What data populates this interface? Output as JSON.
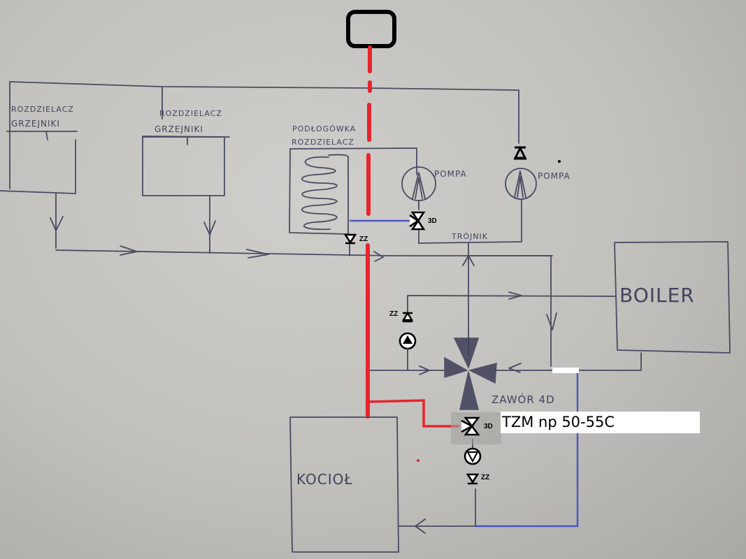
{
  "diagram": {
    "title": "Heating system schematic with boiler, 4-way mixing valve and distributors",
    "colors": {
      "paper": "#c1c0bc",
      "pen": "#4a4a62",
      "hot_pipe": "#e8242c",
      "cold_pipe": "#4a55c4",
      "symbol": "#000000"
    },
    "components": {
      "chimney": {
        "name": "chimney-flue"
      },
      "distributor_1": {
        "label_line1": "ROZDZIELACZ",
        "label_line2": "GRZEJNIKI"
      },
      "distributor_2": {
        "label_line1": "ROZDZIELACZ",
        "label_line2": "GRZEJNIKI"
      },
      "floor_heating": {
        "label_line1": "PODŁOGÓWKA",
        "label_line2": "ROZDZIELACZ"
      },
      "pump_1": {
        "label": "POMPA"
      },
      "pump_2": {
        "label": "POMPA"
      },
      "tee": {
        "label": "TRÓJNIK"
      },
      "boiler_tank": {
        "label": "BOILER"
      },
      "furnace": {
        "label": "KOCIOŁ"
      },
      "mixing_valve_4d": {
        "label": "ZAWÓR 4D"
      }
    },
    "annotations": {
      "valve_3d_upper": "3D",
      "valve_3d_lower": "3D",
      "check_valve_upper": "ZZ",
      "check_valve_mid": "ZZ",
      "check_valve_lower": "ZZ",
      "tzm_note": "TZM np 50-55C"
    }
  }
}
